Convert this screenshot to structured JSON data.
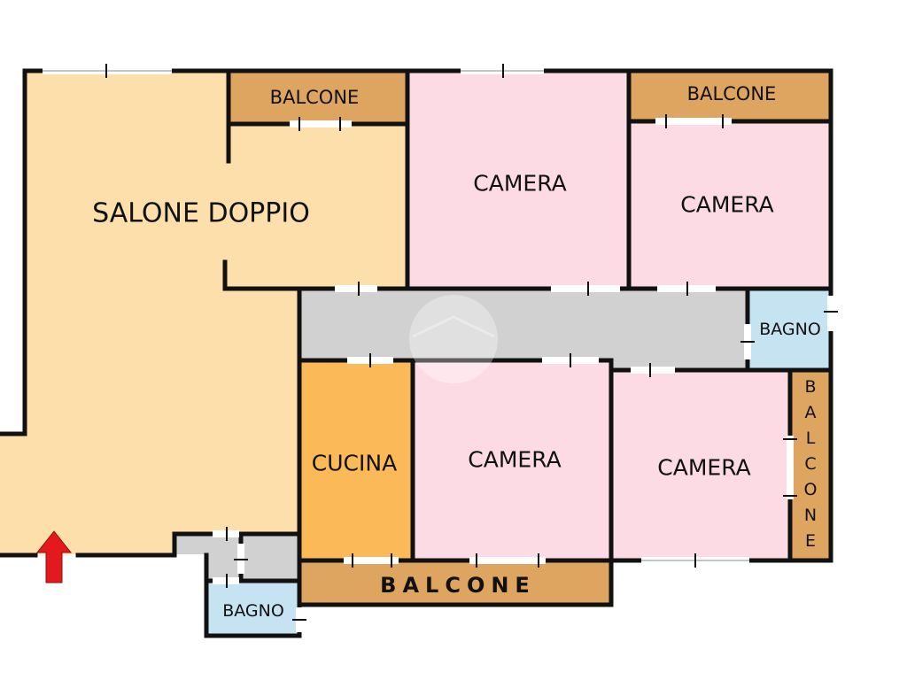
{
  "colors": {
    "living": "#FDDFAC",
    "bedroom": "#FDDBE4",
    "balcony": "#DDA560",
    "bathroom": "#C6E3F1",
    "kitchen": "#FBBA57",
    "corridor": "#D1D1D1",
    "wall": "#111111",
    "entrance_arrow": "#E3191E"
  },
  "rooms": {
    "salone": "SALONE DOPPIO",
    "balcone_top_left": "BALCONE",
    "balcone_top_right": "BALCONE",
    "camera_top_center": "CAMERA",
    "camera_top_right": "CAMERA",
    "bagno_right": "BAGNO",
    "cucina": "CUCINA",
    "camera_bottom_center": "CAMERA",
    "camera_bottom_right": "CAMERA",
    "balcone_bottom": "BALCONE",
    "balcone_vertical": [
      "B",
      "A",
      "L",
      "C",
      "O",
      "N",
      "E"
    ],
    "bagno_small": "BAGNO"
  },
  "icons": {
    "entrance": "arrow-up-icon",
    "watermark": "house-logo-icon"
  }
}
